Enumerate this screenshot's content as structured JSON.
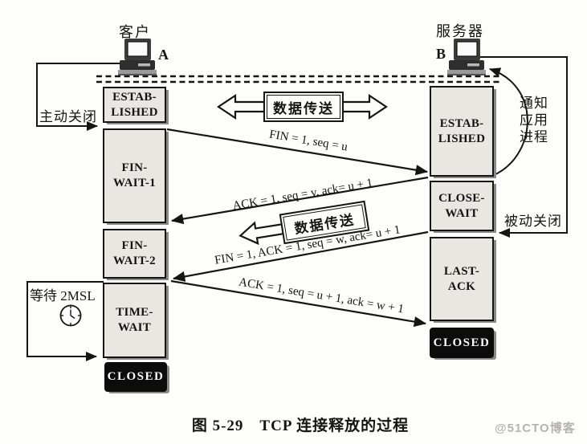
{
  "header": {
    "client_title": "客户",
    "client_host": "A",
    "server_title": "服务器",
    "server_host": "B"
  },
  "client_states": {
    "established": {
      "l1": "ESTAB-",
      "l2": "LISHED"
    },
    "fin_wait_1": {
      "l1": "FIN-",
      "l2": "WAIT-1"
    },
    "fin_wait_2": {
      "l1": "FIN-",
      "l2": "WAIT-2"
    },
    "time_wait": {
      "l1": "TIME-",
      "l2": "WAIT"
    },
    "closed": {
      "l1": "CLOSED"
    }
  },
  "server_states": {
    "established": {
      "l1": "ESTAB-",
      "l2": "LISHED"
    },
    "close_wait": {
      "l1": "CLOSE-",
      "l2": "WAIT"
    },
    "last_ack": {
      "l1": "LAST-",
      "l2": "ACK"
    },
    "closed": {
      "l1": "CLOSED"
    }
  },
  "messages": {
    "fin": "FIN = 1, seq = u",
    "ack_of_fin": "ACK = 1, seq = v, ack= u + 1",
    "fin_ack": "FIN = 1, ACK = 1, seq = w, ack= u + 1",
    "final_ack": "ACK = 1, seq = u + 1, ack = w + 1"
  },
  "annotations": {
    "active_close": "主动关闭",
    "wait_2msl": "等待 2MSL",
    "notify_line1": "通知",
    "notify_line2": "应用",
    "notify_line3": "进程",
    "passive_close": "被动关闭",
    "data_transfer": "数据传送"
  },
  "caption": "图 5-29　TCP 连接释放的过程",
  "watermark": "@51CTO博客",
  "colors": {
    "box_fill": "#e9e7e2",
    "box_border": "#151515",
    "box_shadow": "#8a8a8a",
    "closed_bg": "#0c0c0c",
    "closed_text": "#ffffff",
    "line": "#151515",
    "watermark": "#b5b3b0"
  }
}
